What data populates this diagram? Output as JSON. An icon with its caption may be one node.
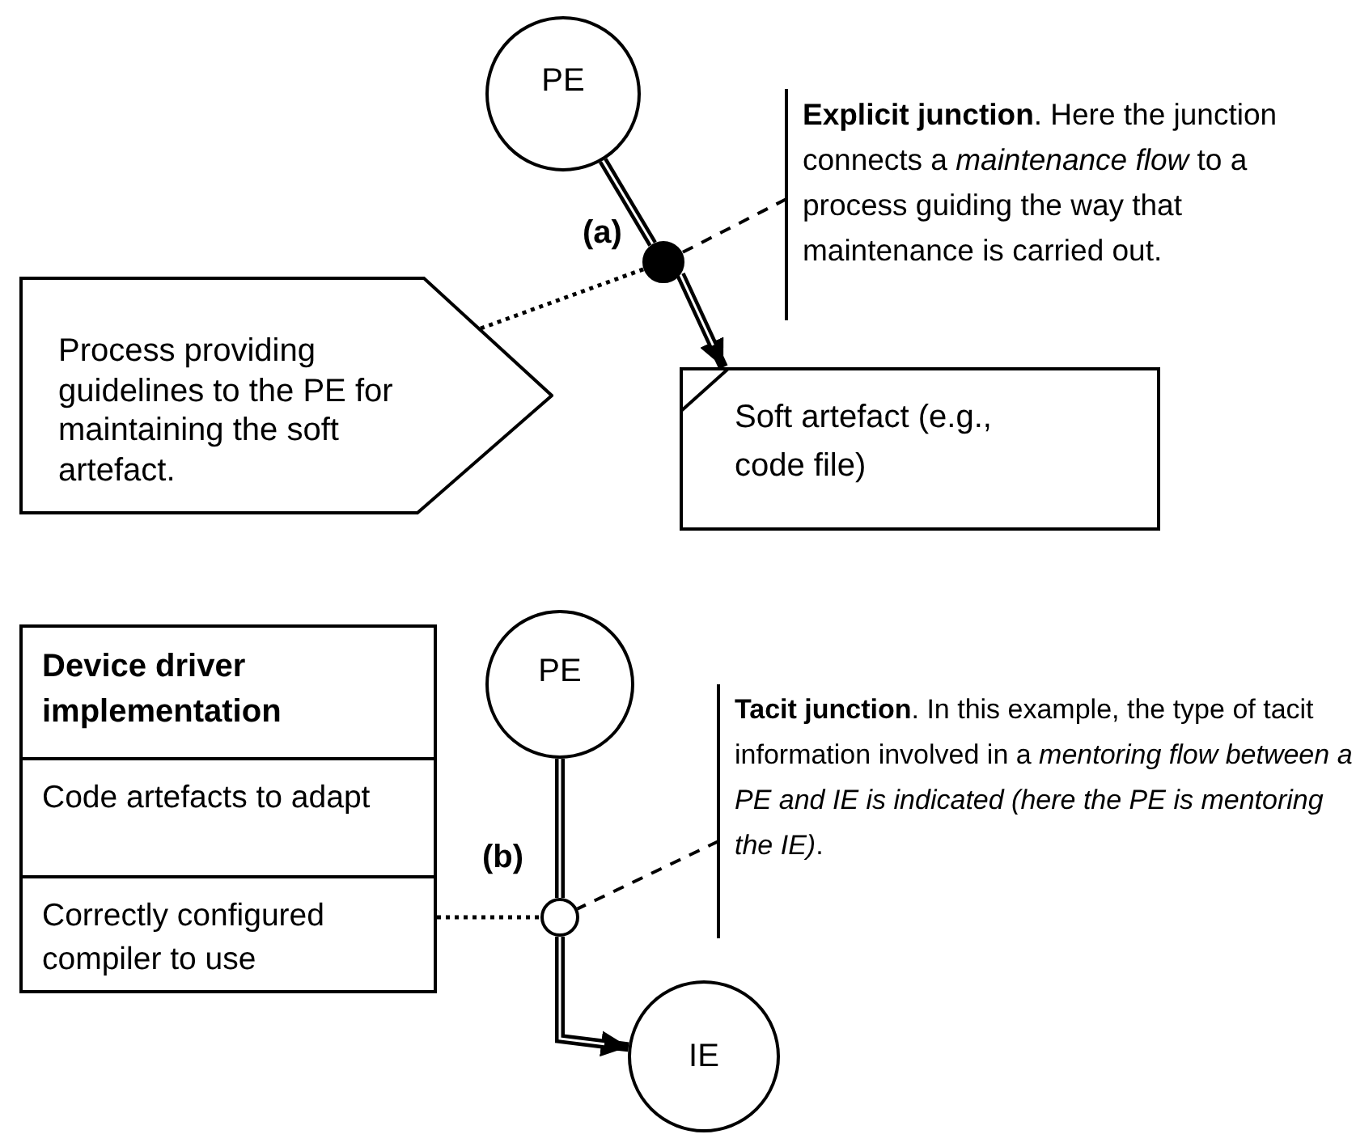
{
  "diagram": {
    "nodes": [
      {
        "text": [
          "PE"
        ]
      },
      {
        "text": [
          "**Explicit junction**. Here the junction connects a *maintenance flow* to a process guiding the way that maintenance is carried out."
        ]
      },
      {
        "text": [],
        "shape": "circle",
        "beside": [
          "(a)"
        ]
      },
      {
        "text": [
          "Process providing guidelines to the PE for maintaining the soft artefact."
        ]
      },
      {
        "text": [
          "Soft artefact (e.g., code file)"
        ]
      },
      {
        "text": [
          "Device driver implementation"
        ]
      },
      {
        "text": [
          "Code artefacts to adapt"
        ],
        "in": 5
      },
      {
        "text": [
          "Correctly configured compiler to use"
        ],
        "in": 5
      },
      {
        "text": [
          "PE"
        ]
      },
      {
        "text": [
          "**Tacit junction**. In this example, the type of tacit information involved in a *mentoring flow between a PE and IE is indicated (here the PE is mentoring the IE)*."
        ]
      },
      {
        "text": [],
        "shape": "circle",
        "beside": [
          "(b)"
        ]
      },
      {
        "text": [
          "IE"
        ]
      }
    ],
    "edges": [
      {
        "from": 0,
        "to": 2,
        "arrow": "none",
        "style": "thick"
      },
      {
        "from": 2,
        "to": 4,
        "arrow": "to",
        "style": "thick"
      },
      {
        "from": 1,
        "to": 2,
        "arrow": "none",
        "style": "dashed"
      },
      {
        "from": 3,
        "to": 2,
        "arrow": "none",
        "style": "dashed"
      },
      {
        "from": 8,
        "to": 10,
        "arrow": "none",
        "style": "thick"
      },
      {
        "from": 10,
        "to": 11,
        "arrow": "to",
        "style": "thick"
      },
      {
        "from": 9,
        "to": 10,
        "arrow": "none",
        "style": "dashed"
      },
      {
        "from": 7,
        "to": 10,
        "arrow": "none",
        "style": "dashed"
      }
    ]
  }
}
